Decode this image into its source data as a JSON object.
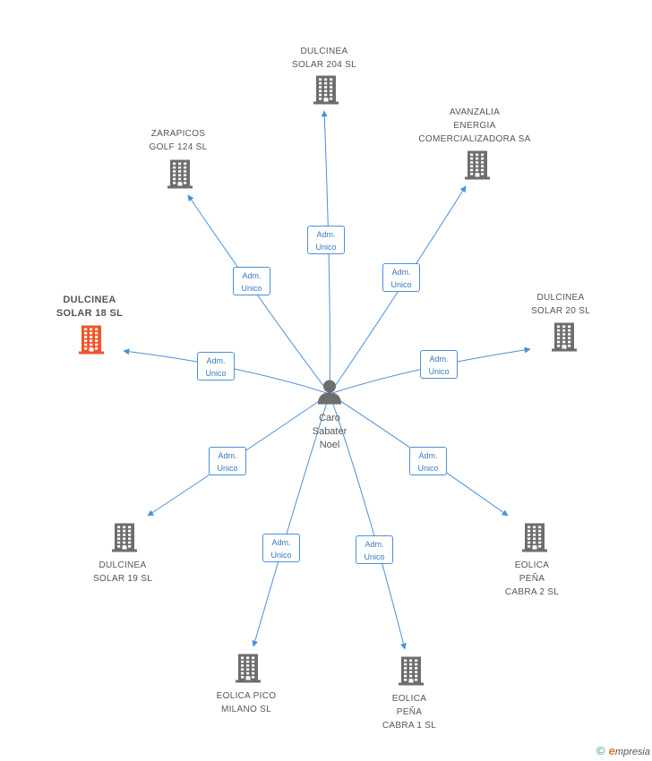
{
  "center": {
    "name_lines": [
      "Caro",
      "Sabater",
      "Noel"
    ],
    "icon": "person-icon"
  },
  "relation_label_lines": [
    "Adm.",
    "Unico"
  ],
  "colors": {
    "edge": "#4a90d9",
    "building": "#6d6d6d",
    "highlight_building": "#f0552b",
    "relation_text": "#3a77c0"
  },
  "nodes": [
    {
      "id": "dulcinea-solar-204",
      "name_lines": [
        "DULCINEA",
        "SOLAR 204 SL"
      ],
      "highlight": false
    },
    {
      "id": "avanzalia",
      "name_lines": [
        "AVANZALIA",
        "ENERGIA",
        "COMERCIALIZADORA SA"
      ],
      "highlight": false
    },
    {
      "id": "zarapicos",
      "name_lines": [
        "ZARAPICOS",
        "GOLF 124 SL"
      ],
      "highlight": false
    },
    {
      "id": "dulcinea-solar-18",
      "name_lines": [
        "DULCINEA",
        "SOLAR 18 SL"
      ],
      "highlight": true
    },
    {
      "id": "dulcinea-solar-20",
      "name_lines": [
        "DULCINEA",
        "SOLAR 20 SL"
      ],
      "highlight": false
    },
    {
      "id": "dulcinea-solar-19",
      "name_lines": [
        "DULCINEA",
        "SOLAR 19 SL"
      ],
      "highlight": false
    },
    {
      "id": "eolica-pena-cabra-2",
      "name_lines": [
        "EOLICA",
        "PEÑA",
        "CABRA 2 SL"
      ],
      "highlight": false
    },
    {
      "id": "eolica-pico-milano",
      "name_lines": [
        "EOLICA PICO",
        "MILANO SL"
      ],
      "highlight": false
    },
    {
      "id": "eolica-pena-cabra-1",
      "name_lines": [
        "EOLICA",
        "PEÑA",
        "CABRA 1  SL"
      ],
      "highlight": false
    }
  ],
  "footer": {
    "copyright": "©",
    "brand_initial": "e",
    "brand_rest": "mpresia"
  }
}
